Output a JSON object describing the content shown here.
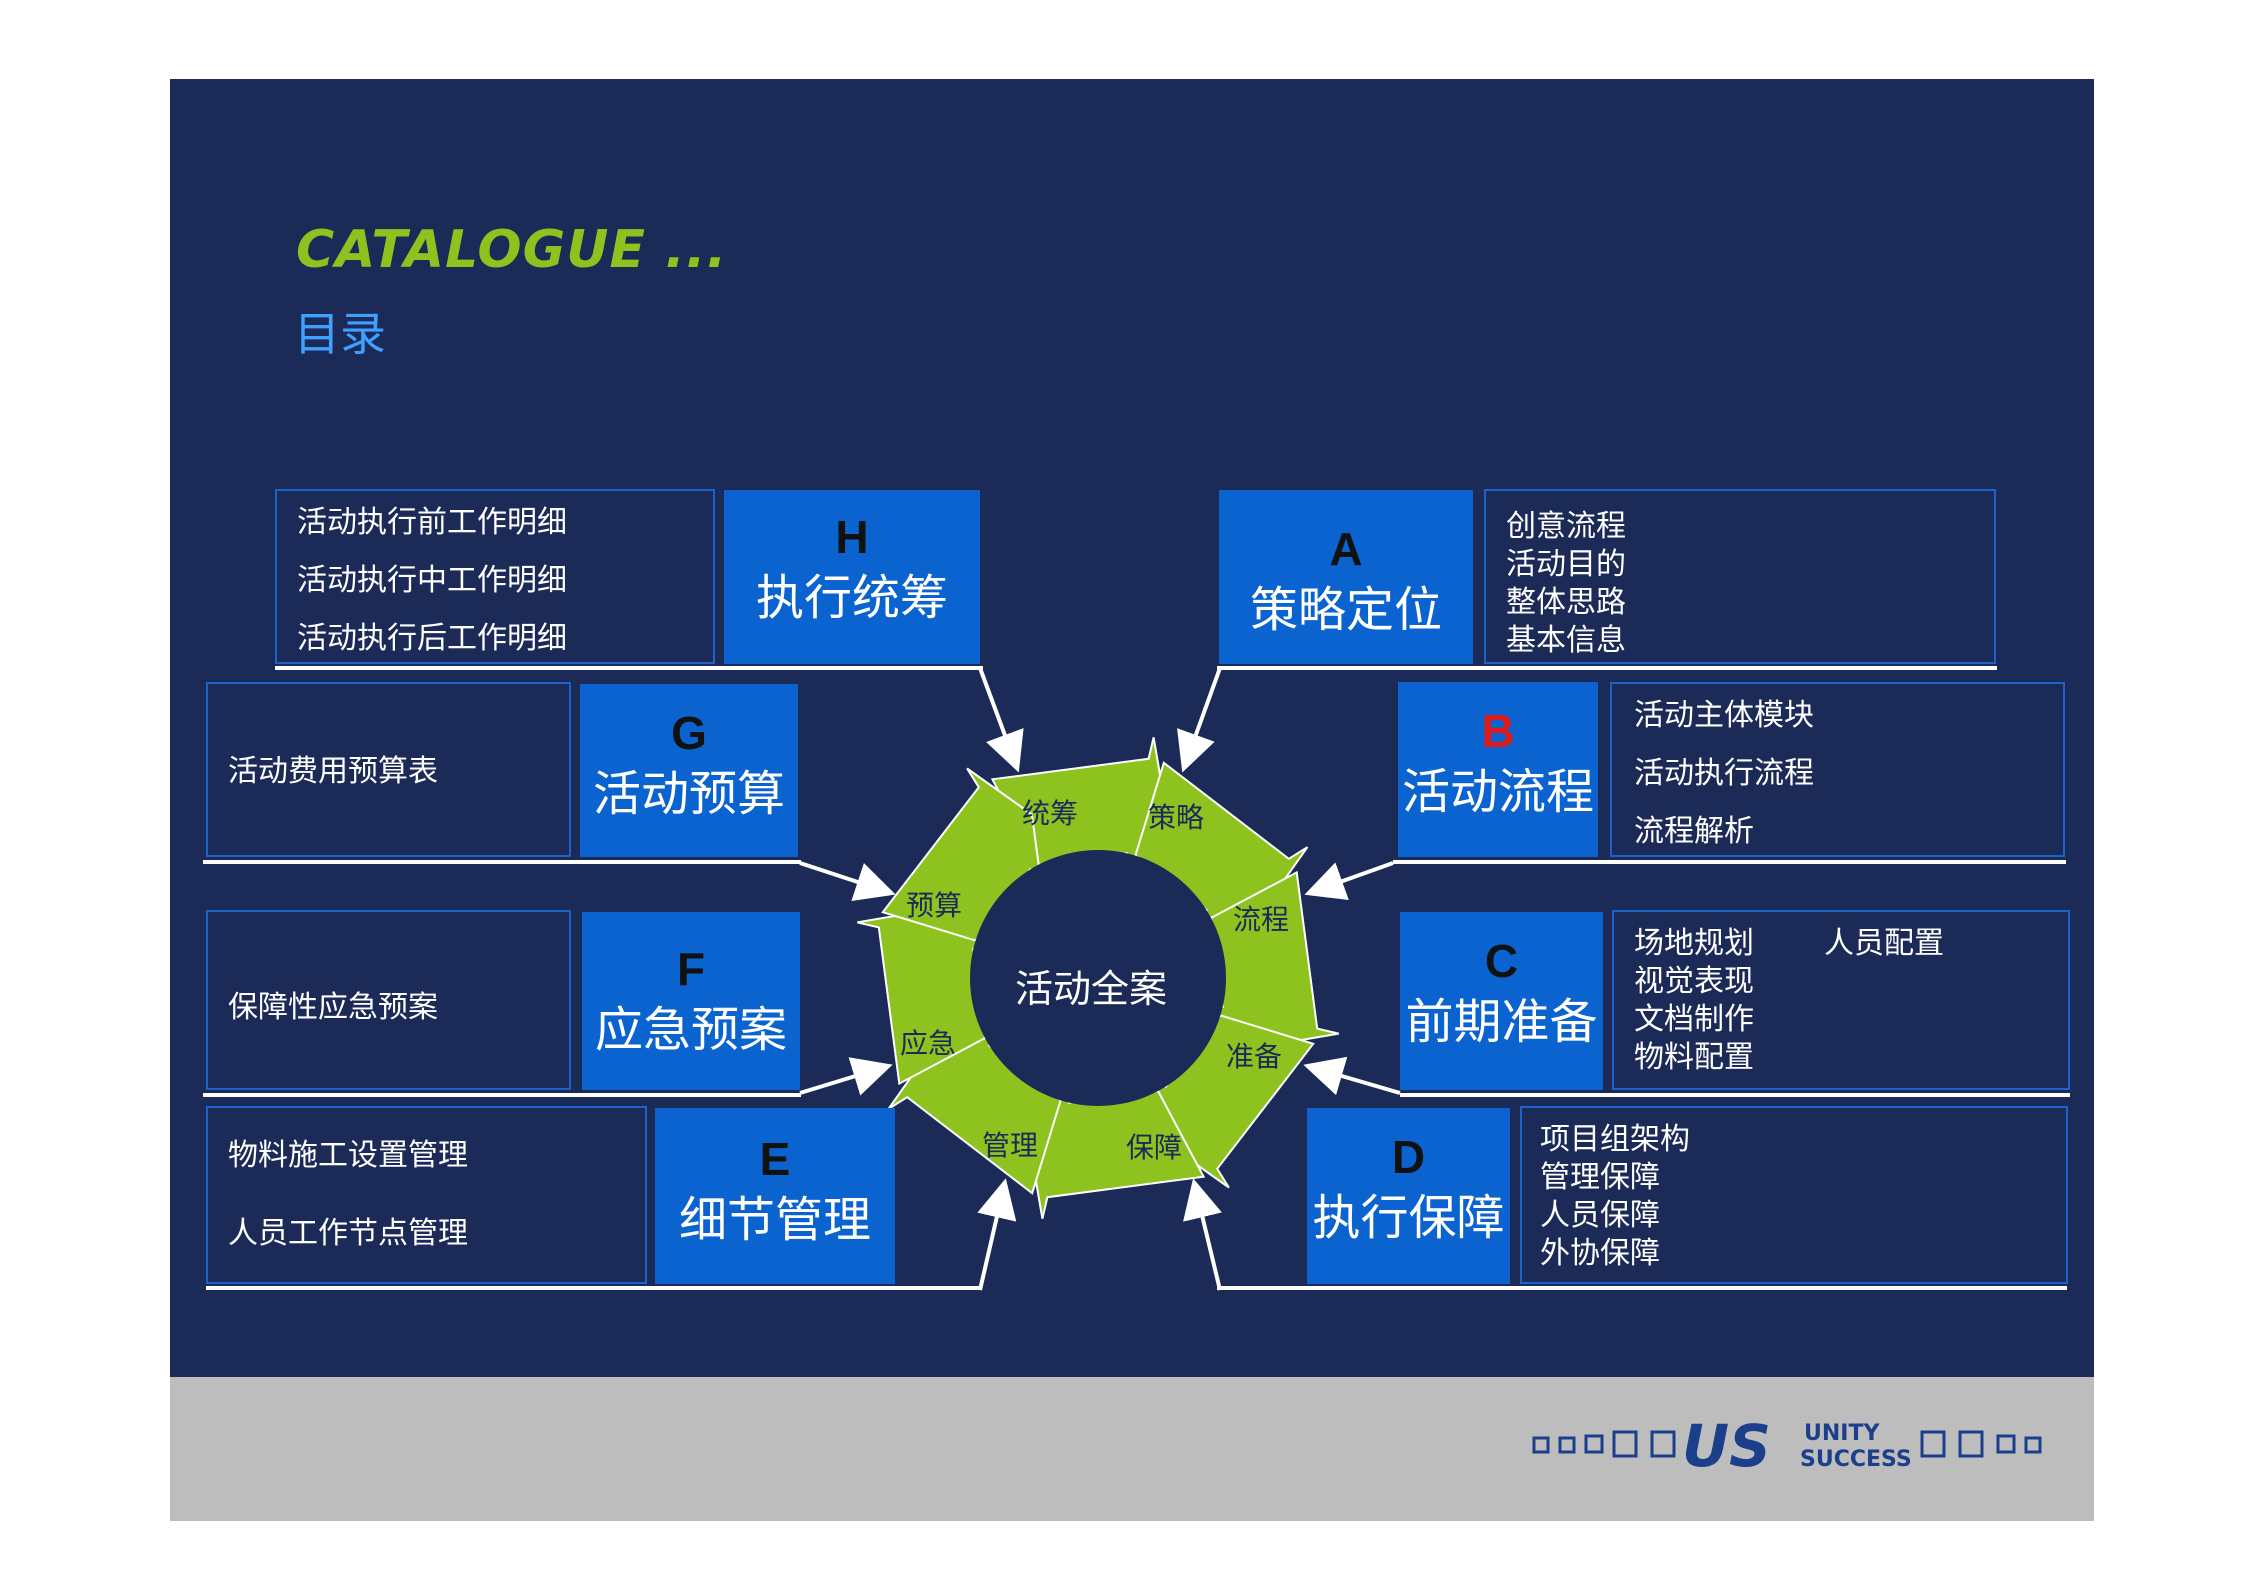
{
  "header": {
    "title_en": "CATALOGUE ...",
    "title_cn": "目录"
  },
  "center": "活动全案",
  "ring": [
    "统筹",
    "策略",
    "流程",
    "准备",
    "保障",
    "管理",
    "应急",
    "预算"
  ],
  "sections": {
    "A": {
      "letter": "A",
      "name": "策略定位",
      "items": [
        "创意流程",
        "活动目的",
        "整体思路",
        "基本信息"
      ]
    },
    "B": {
      "letter": "B",
      "name": "活动流程",
      "items": [
        "活动主体模块",
        "活动执行流程",
        "流程解析"
      ]
    },
    "C": {
      "letter": "C",
      "name": "前期准备",
      "items": [
        "场地规划",
        "人员配置",
        "视觉表现",
        "文档制作",
        "物料配置"
      ]
    },
    "D": {
      "letter": "D",
      "name": "执行保障",
      "items": [
        "项目组架构",
        "管理保障",
        "人员保障",
        "外协保障"
      ]
    },
    "E": {
      "letter": "E",
      "name": "细节管理",
      "items": [
        "物料施工设置管理",
        "人员工作节点管理"
      ]
    },
    "F": {
      "letter": "F",
      "name": "应急预案",
      "items": [
        "保障性应急预案"
      ]
    },
    "G": {
      "letter": "G",
      "name": "活动预算",
      "items": [
        "活动费用预算表"
      ]
    },
    "H": {
      "letter": "H",
      "name": "执行统筹",
      "items": [
        "活动执行前工作明细",
        "活动执行中工作明细",
        "活动执行后工作明细"
      ]
    }
  },
  "logo": {
    "top": "UNITY",
    "bottom": "SUCCESS"
  },
  "colors": {
    "background": "#1b2a57",
    "block": "#0a63cf",
    "ring": "#8dc21f",
    "title_en": "#8dc21f",
    "title_cn": "#3ea0ff",
    "letter_B": "#e01b1b",
    "footer": "#bdbdbd"
  }
}
